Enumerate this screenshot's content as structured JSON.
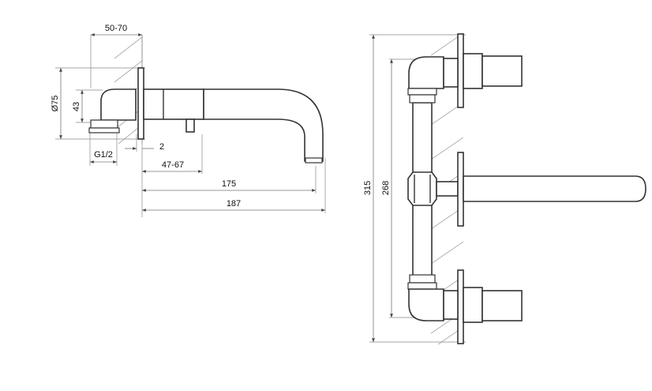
{
  "side_view": {
    "dim_depth": "50-70",
    "dim_diameter": "Ø75",
    "dim_center_height": "43",
    "dim_thread": "G1/2",
    "dim_gap": "2",
    "dim_reach_adjust": "47-67",
    "dim_reach": "175",
    "dim_total_reach": "187"
  },
  "front_view": {
    "dim_total_height": "315",
    "dim_center_distance": "268"
  }
}
